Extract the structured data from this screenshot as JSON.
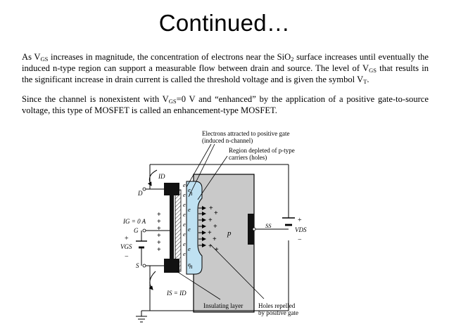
{
  "slide": {
    "title": "Continued…"
  },
  "paragraph1": {
    "t1": "As V",
    "s1": "GS",
    "t2": " increases in magnitude, the concentration of electrons near the SiO",
    "s2": "2",
    "t3": " surface increases until eventually the induced n-type region can support a measurable flow between drain and source. The level of V",
    "s3": "GS",
    "t4": " that results in the significant increase in drain current is called the threshold voltage and is given the symbol V",
    "s4": "T",
    "t5": "."
  },
  "paragraph2": {
    "t1": "Since the channel is nonexistent with V",
    "s1": "GS",
    "t2": "=0 V and “enhanced” by the application of a positive gate-to-source voltage, this type of MOSFET is called an enhancement-type MOSFET."
  },
  "figure": {
    "callout_electrons_1": "Electrons attracted to positive gate",
    "callout_electrons_2": "(induced n-channel)",
    "callout_depleted_1": "Region depleted of p-type",
    "callout_depleted_2": "carriers (holes)",
    "label_id": "ID",
    "label_d": "D",
    "label_ig": "IG = 0 A",
    "label_g": "G",
    "label_vgs": "VGS",
    "label_s": "S",
    "label_is": "IS = ID",
    "label_ss": "SS",
    "label_vds": "VDS",
    "label_p": "p",
    "label_n_top": "n",
    "label_n_bottom": "n",
    "label_insulating": "Insulating layer",
    "label_holes_1": "Holes repelled",
    "label_holes_2": "by positive gate",
    "sign_plus": "+",
    "sign_minus": "−",
    "electron_symbol": "e",
    "colors": {
      "n_region": "#bfe1f2",
      "p_substrate": "#c9c9c9",
      "metal": "#111111"
    }
  }
}
